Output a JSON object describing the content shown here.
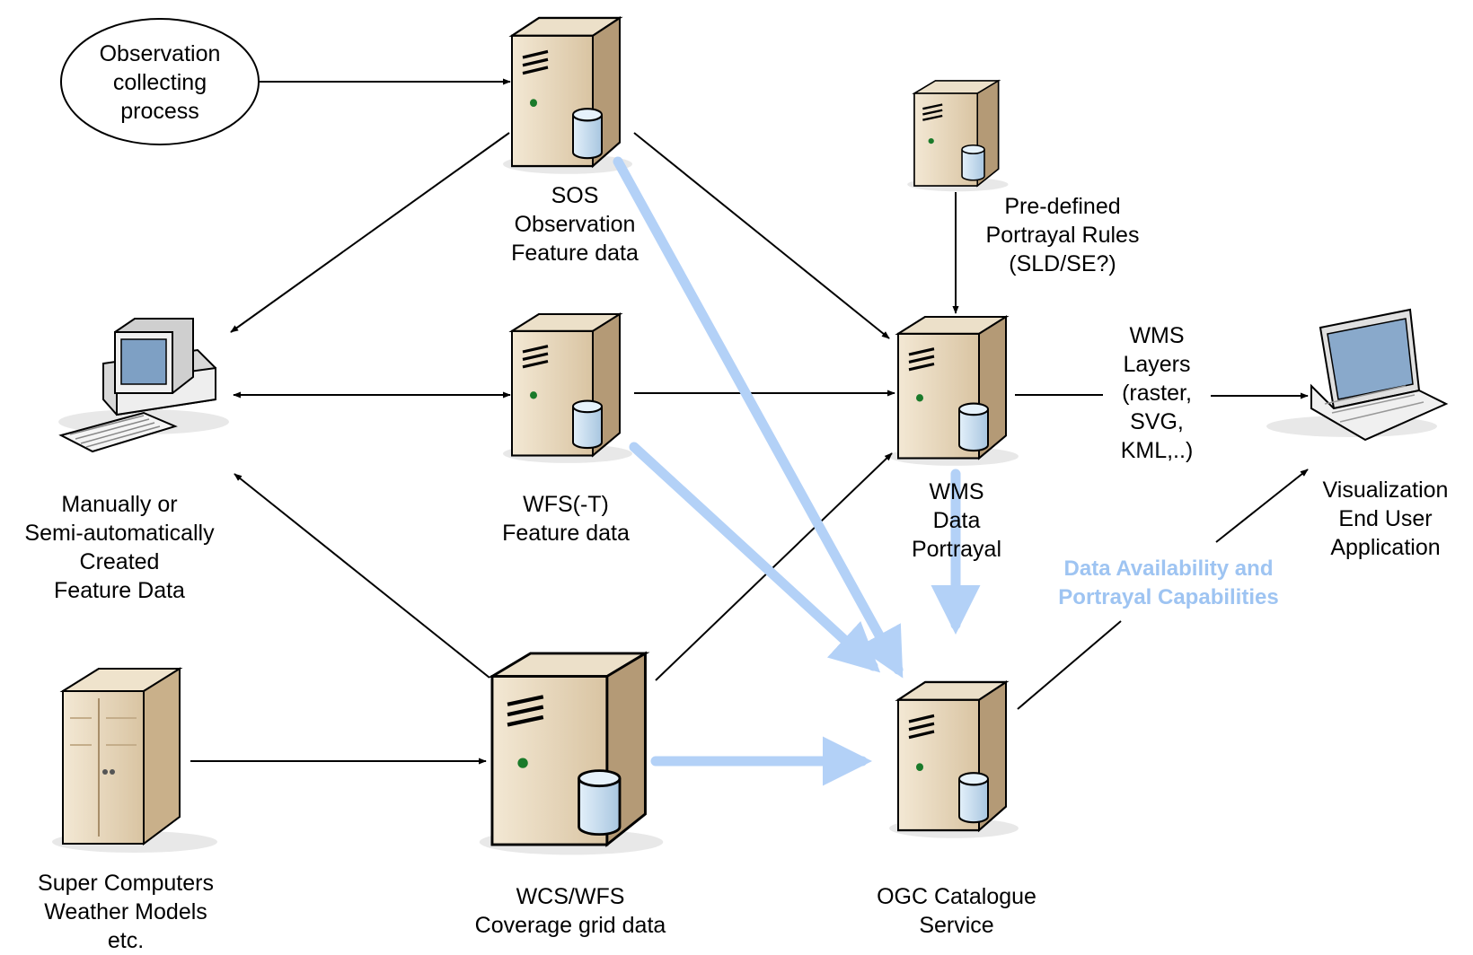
{
  "nodes": {
    "observation_process": {
      "lines": [
        "Observation",
        "collecting",
        "process"
      ]
    },
    "sos": {
      "lines": [
        "SOS",
        "Observation",
        "Feature data"
      ]
    },
    "portrayal_rules": {
      "lines": [
        "Pre-defined",
        "Portrayal Rules",
        "(SLD/SE?)"
      ]
    },
    "wfs": {
      "lines": [
        "WFS(-T)",
        "Feature data"
      ]
    },
    "wms": {
      "lines": [
        "WMS",
        "Data",
        "Portrayal"
      ]
    },
    "wms_layers": {
      "lines": [
        "WMS",
        "Layers",
        "(raster,",
        "SVG,",
        "KML,..)"
      ]
    },
    "visualization": {
      "lines": [
        "Visualization",
        "End User",
        "Application"
      ]
    },
    "manual_data": {
      "lines": [
        "Manually or",
        "Semi-automatically",
        "Created",
        "Feature Data"
      ]
    },
    "availability": {
      "lines": [
        "Data Availability and",
        "Portrayal Capabilities"
      ]
    },
    "super_computers": {
      "lines": [
        "Super Computers",
        "Weather Models",
        "etc."
      ]
    },
    "wcs": {
      "lines": [
        "WCS/WFS",
        "Coverage grid data"
      ]
    },
    "catalogue": {
      "lines": [
        "OGC Catalogue",
        "Service"
      ]
    }
  },
  "colors": {
    "server_body": "#e6d6bc",
    "server_side": "#b8a080",
    "database": "#c9dff0",
    "flow_arrow": "#000000",
    "catalogue_flow": "#b3d1f7",
    "highlight_text": "#9ec4f2"
  }
}
